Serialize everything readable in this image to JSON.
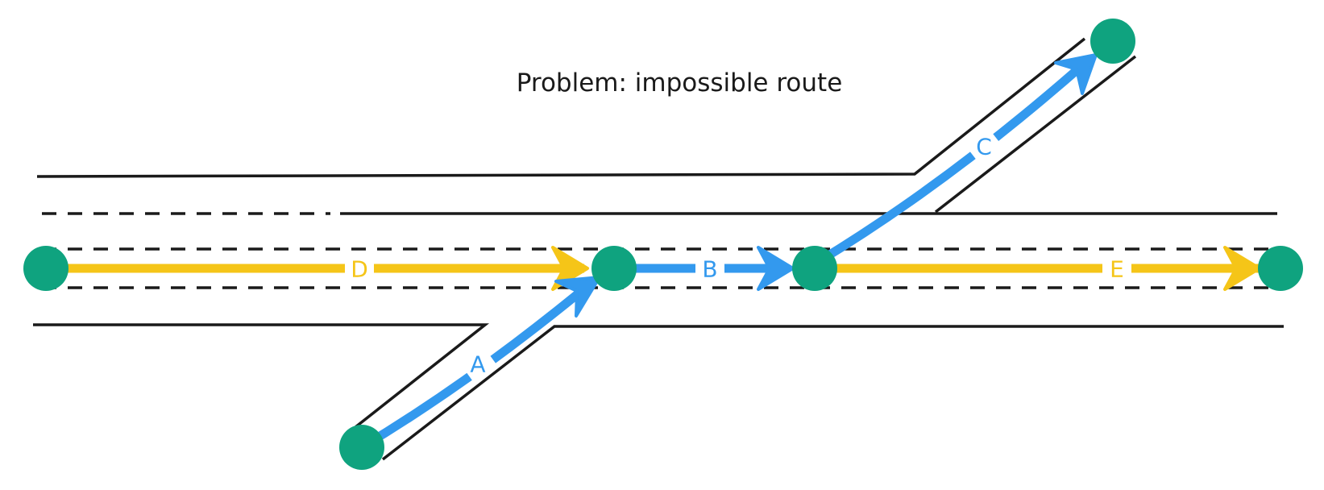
{
  "title": "Problem: impossible route",
  "colors": {
    "road": "#1a1a1a",
    "node": "#0fa37f",
    "blue_route": "#3399ee",
    "yellow_route": "#f5c518",
    "background": "#ffffff"
  },
  "routes": {
    "A": {
      "label": "A",
      "color": "blue"
    },
    "B": {
      "label": "B",
      "color": "blue"
    },
    "C": {
      "label": "C",
      "color": "blue"
    },
    "D": {
      "label": "D",
      "color": "yellow"
    },
    "E": {
      "label": "E",
      "color": "yellow"
    }
  }
}
